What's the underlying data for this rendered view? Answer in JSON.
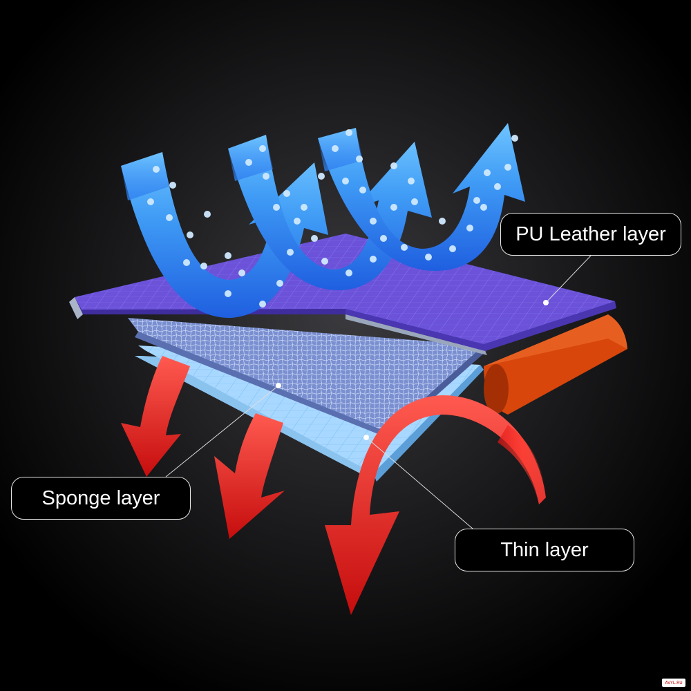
{
  "labels": {
    "pu_leather": "PU Leather layer",
    "sponge": "Sponge layer",
    "thin": "Thin layer"
  },
  "watermark": "AVYL.RU",
  "colors": {
    "background": "#000000",
    "pu_leather": "#6a4fd8",
    "sponge": "#8aa2d8",
    "thin": "#a9d8ff",
    "air_in": "#3f8ff0",
    "heat_out": "#e01414",
    "edge_strip": "#d8460c"
  },
  "icons": [
    "air-flow-up-arrow-icon",
    "heat-flow-down-arrow-icon"
  ]
}
